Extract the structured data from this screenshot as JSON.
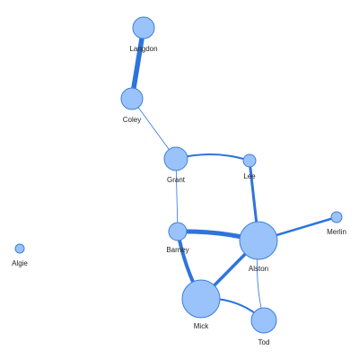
{
  "graph": {
    "colors": {
      "node_fill": "#9ac3fb",
      "node_stroke": "#3e7fd6",
      "edge": "#2e74dc"
    },
    "nodes": [
      {
        "id": "langdon",
        "label": "Langdon"
      },
      {
        "id": "coley",
        "label": "Coley"
      },
      {
        "id": "grant",
        "label": "Grant"
      },
      {
        "id": "lee",
        "label": "Lee"
      },
      {
        "id": "barney",
        "label": "Barney"
      },
      {
        "id": "alston",
        "label": "Alston"
      },
      {
        "id": "merlin",
        "label": "Merlin"
      },
      {
        "id": "mick",
        "label": "Mick"
      },
      {
        "id": "tod",
        "label": "Tod"
      },
      {
        "id": "algie",
        "label": "Algie"
      }
    ],
    "edges": [
      {
        "source": "langdon",
        "target": "coley"
      },
      {
        "source": "coley",
        "target": "grant"
      },
      {
        "source": "grant",
        "target": "lee"
      },
      {
        "source": "grant",
        "target": "barney"
      },
      {
        "source": "lee",
        "target": "alston"
      },
      {
        "source": "barney",
        "target": "alston"
      },
      {
        "source": "barney",
        "target": "mick"
      },
      {
        "source": "alston",
        "target": "merlin"
      },
      {
        "source": "alston",
        "target": "mick"
      },
      {
        "source": "alston",
        "target": "tod"
      },
      {
        "source": "mick",
        "target": "tod"
      }
    ]
  }
}
